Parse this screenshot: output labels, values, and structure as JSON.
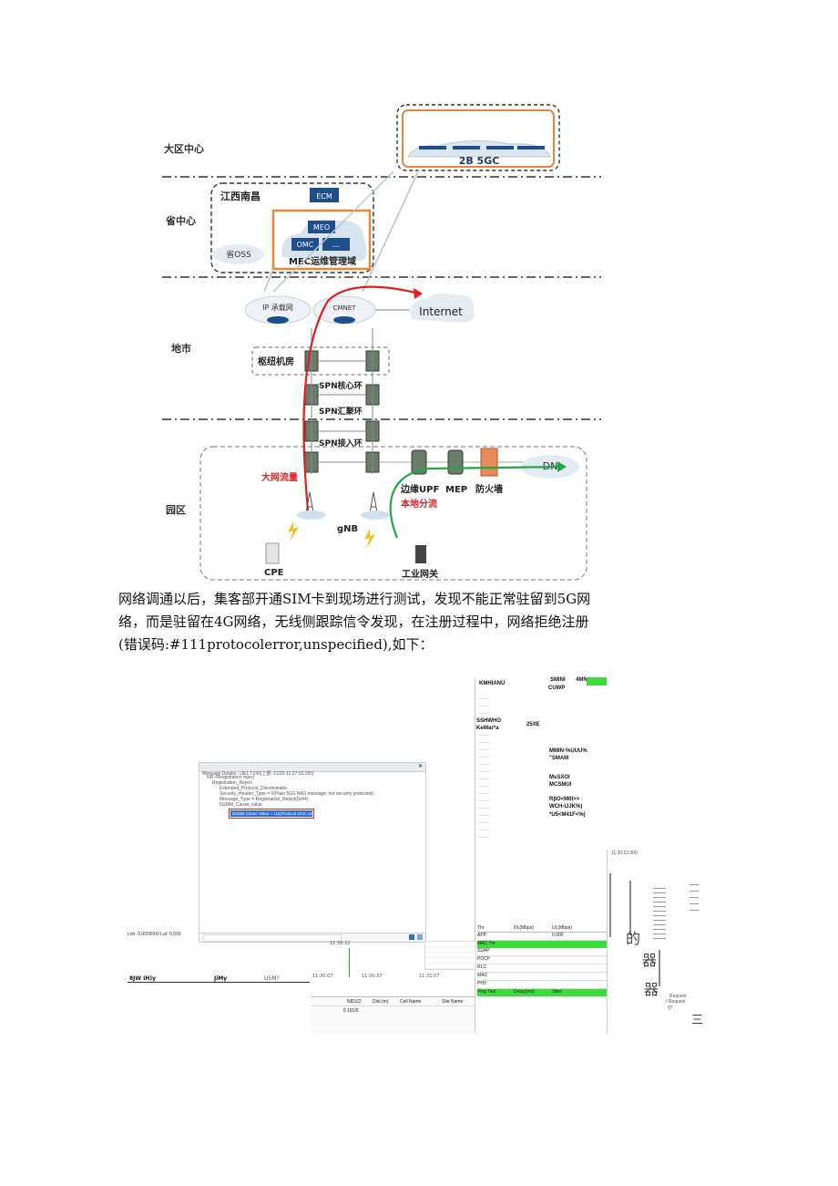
{
  "diagram": {
    "regions": [
      "大区中心",
      "省中心",
      "地市",
      "园区"
    ],
    "core_label": "2B 5GC",
    "province_box_label": "江西南昌",
    "ecm": "ECM",
    "meo": "MEO",
    "omc": "OMC",
    "dots": "...",
    "mec_mgmt": "MEC运维管理域",
    "oss": "省OSS",
    "ip_network": "IP 承载网",
    "cmnet": "CMNET",
    "internet": "Internet",
    "hub_room": "枢纽机房",
    "spn_core": "SPN核心环",
    "spn_agg": "SPN汇聚环",
    "spn_access": "SPN接入环",
    "edge_upf": "边缘UPF",
    "mep": "MEP",
    "firewall": "防火墙",
    "dn": "DN",
    "big_net_flow": "大网流量",
    "local_offload": "本地分流",
    "gnb": "gNB",
    "cpe": "CPE",
    "industrial_gw": "工业网关",
    "colors": {
      "region_border": "#555555",
      "mec_orange": "#e8873a",
      "red_flow": "#e02020",
      "green_flow": "#22a844",
      "blue_box": "#1f4e8c"
    }
  },
  "paragraph": [
    "网络调通以后，集客部开通SIM卡到现场进行测试，发现不能正常驻留到5G网",
    "络，而是驻留在4G网络，无线侧跟踪信令发现，在注册过程中，网络拒绝注册",
    "(错误码:#111protocolerror,unspecified),如下："
  ],
  "screenshot": {
    "right_panel": {
      "t1": "KMHIANU",
      "t2": "SMINI",
      "t3": "4MN",
      "t3b": "CUWP",
      "t4": "SSHWHO",
      "t5": "KeWar*a",
      "t6": "25XE",
      "t7": "MMIN-%UUU%",
      "t8": "\"SMAM",
      "t9": "MsSXOI",
      "t10": "MCSMUI",
      "t11": "RβO<M0l>>",
      "t12": "WCH-IJJK%)",
      "t13": "*U5<M41F<%)"
    },
    "message_window": {
      "title": "Message Details - UE1 T143(上报: 11/20-11:27:03.183)",
      "lines": [
        "NR->Registration reject",
        "Registration_Reject",
        "Extended_Protocol_Discriminator",
        "Security_Header_Type = 0(Plain 5GS NAS message, not security protected)",
        "Message_Type = Registration_Reject(0x44)",
        "5GMM_Cause_value"
      ],
      "highlight": "5GMM Cause Value = 111(Protocol error, unspecified)"
    },
    "bottom_left": {
      "lon": "Lon:  0.0000000  Lat:  0.000",
      "a": "8JW IH)y",
      "b": "JiMy",
      "c": "U5M?"
    },
    "times": [
      "11:30:22",
      "11:30:07",
      "11:30:37",
      "11:31:07"
    ],
    "table": {
      "cols": [
        "",
        "NID1/2",
        "Dist.(m)",
        "Cell Name",
        "Site Name"
      ],
      "row": [
        "0",
        "191/0",
        "",
        "",
        ""
      ]
    },
    "stats": {
      "headers": [
        "Thr",
        "DL(Mbps)",
        "UL(Mbps)"
      ],
      "rows": [
        [
          "APP",
          "",
          "0.000"
        ],
        [
          "MAC Thr",
          "",
          ""
        ],
        [
          "SDAP",
          "",
          ""
        ],
        [
          "PDCP",
          "",
          ""
        ],
        [
          "RLC",
          "",
          ""
        ],
        [
          "MAC",
          "",
          ""
        ],
        [
          "PHY",
          "",
          ""
        ]
      ],
      "footer": [
        "Ping Test",
        "Delay(ms)",
        "Jitter"
      ]
    },
    "far_right": {
      "time": "11:30:23.900",
      "glyph_de": "的",
      "glyph_qi": "器",
      "glyph_qi2": "器",
      "req1": "Request",
      "req2": "t Request",
      "req3": "§7",
      "glyph_san": "三"
    }
  }
}
